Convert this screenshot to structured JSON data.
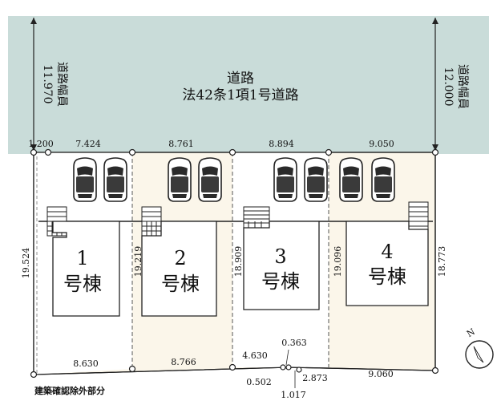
{
  "road": {
    "name": "道路",
    "classification": "法42条1項1号道路",
    "width_left_label": "道路幅員",
    "width_left_value": "11.970",
    "width_right_label": "道路幅員",
    "width_right_value": "12.000"
  },
  "frontage": {
    "corner_offset": "1.200",
    "lot1": "7.424",
    "lot2": "8.761",
    "lot3": "8.894",
    "lot4": "9.050"
  },
  "rear": {
    "lot1": "8.630",
    "lot2": "8.766",
    "lot3_a": "4.630",
    "lot3_b": "0.363",
    "lot3_c": "0.502",
    "lot3_d": "1.017",
    "lot4_a": "2.873",
    "lot4_b": "9.060"
  },
  "depths": {
    "left_edge": "19.524",
    "lot1_2": "19.219",
    "lot2_3": "18.909",
    "lot3_4": "19.096",
    "right_edge": "18.773"
  },
  "buildings": [
    {
      "number": "1",
      "label": "号棟"
    },
    {
      "number": "2",
      "label": "号棟"
    },
    {
      "number": "3",
      "label": "号棟"
    },
    {
      "number": "4",
      "label": "号棟"
    }
  ],
  "exclusion_note": "建築確認除外部分",
  "compass_label": "N",
  "colors": {
    "road": "#c9dcd9",
    "lot": "#fbf6ea",
    "line": "#222222"
  }
}
